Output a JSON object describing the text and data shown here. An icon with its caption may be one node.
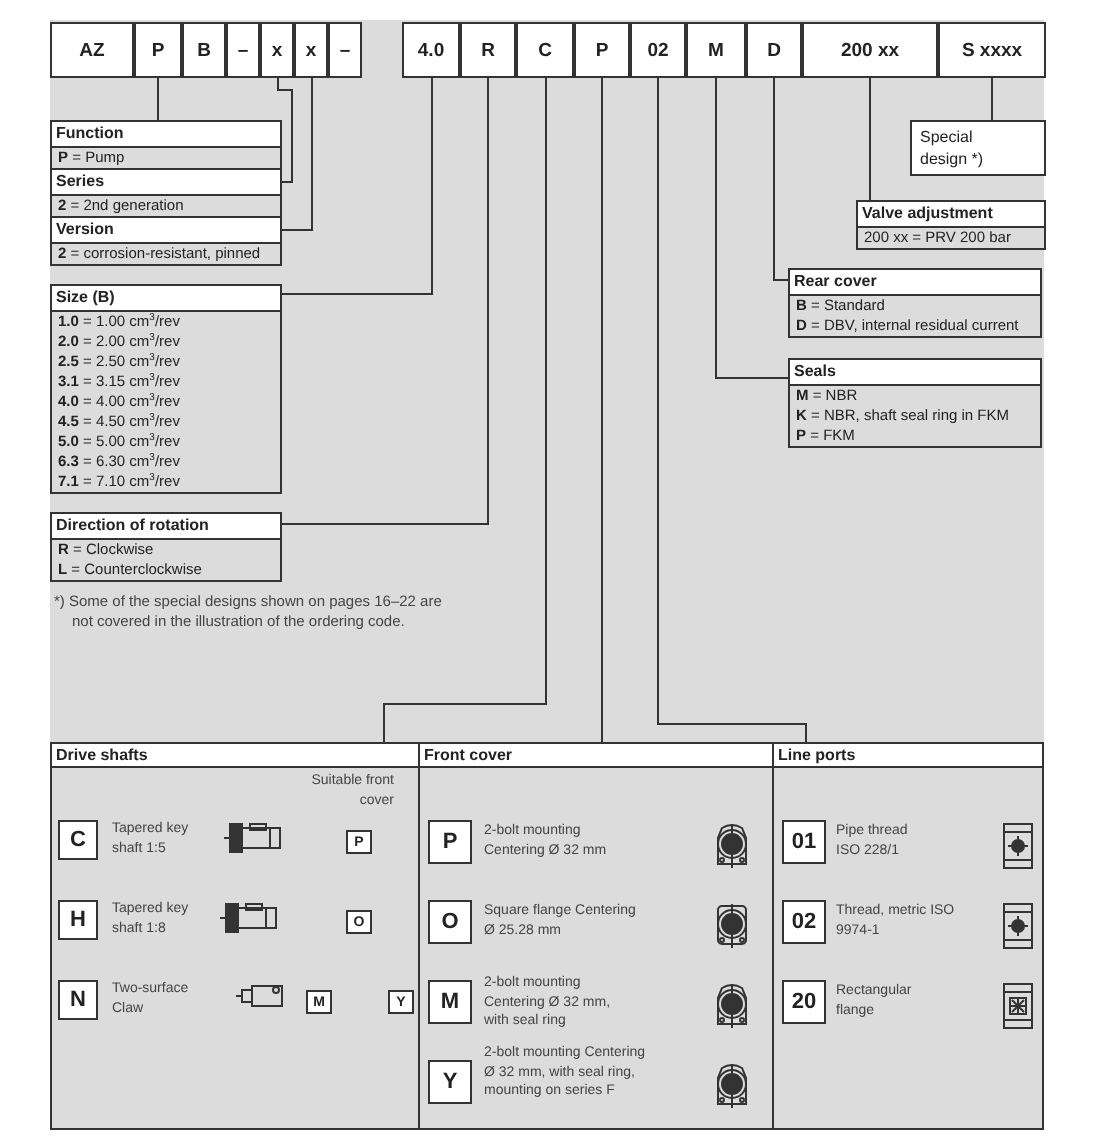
{
  "diagram": {
    "nodes": [
      {
        "text": [
          "AZ"
        ]
      },
      {
        "text": [
          "P"
        ]
      },
      {
        "text": [
          "B"
        ]
      },
      {
        "text": [
          "–"
        ]
      },
      {
        "text": [
          "x"
        ]
      },
      {
        "text": [
          "x"
        ]
      },
      {
        "text": [
          "–"
        ]
      },
      {
        "text": [
          "4.0"
        ]
      },
      {
        "text": [
          "R"
        ]
      },
      {
        "text": [
          "C"
        ]
      },
      {
        "text": [
          "P"
        ]
      },
      {
        "text": [
          "02"
        ]
      },
      {
        "text": [
          "M"
        ]
      },
      {
        "text": [
          "D"
        ]
      },
      {
        "text": [
          "200 xx"
        ]
      },
      {
        "text": [
          "S xxxx"
        ]
      },
      {
        "text": [
          "Function",
          "**P** = Pump"
        ]
      },
      {
        "text": [
          "Series",
          "**2** = 2nd generation"
        ]
      },
      {
        "text": [
          "Version",
          "**2** = corrosion-resistant, pinned"
        ]
      },
      {
        "text": [
          "Size (B)",
          "**1.0** = 1.00 cm$^{3}$/rev",
          "**2.0** = 2.00 cm$^{3}$/rev",
          "**2.5** = 2.50 cm$^{3}$/rev",
          "**3.1** = 3.15 cm$^{3}$/rev",
          "**4.0** = 4.00 cm$^{3}$/rev",
          "**4.5** = 4.50 cm$^{3}$/rev",
          "**5.0** = 5.00 cm$^{3}$/rev",
          "**6.3** = 6.30 cm$^{3}$/rev",
          "**7.1** = 7.10 cm$^{3}$/rev"
        ]
      },
      {
        "text": [
          "Direction of rotation",
          "**R** = Clockwise",
          "**L** = Counterclockwise"
        ]
      },
      {
        "text": [
          "Special design *)"
        ]
      },
      {
        "text": [
          "Valve adjustment",
          "200 xx = PRV 200 bar"
        ]
      },
      {
        "text": [
          "Rear cover",
          "**B** = Standard",
          "**D** = DBV, internal residual current"
        ]
      },
      {
        "text": [
          "Seals",
          "**M** = NBR",
          "**K** = NBR, shaft seal ring in FKM",
          "**P** = FKM"
        ]
      },
      {
        "text": [
          "Drive shafts",
          "Suitable front cover"
        ]
      },
      {
        "text": [
          "C"
        ],
        "in": 25,
        "beside": [
          "Tapered key shaft 1:5"
        ]
      },
      {
        "text": [
          "P"
        ],
        "in": 25
      },
      {
        "text": [
          "H"
        ],
        "in": 25,
        "beside": [
          "Tapered key shaft 1:8"
        ]
      },
      {
        "text": [
          "O"
        ],
        "in": 25
      },
      {
        "text": [
          "N"
        ],
        "in": 25,
        "beside": [
          "Two-surface Claw"
        ]
      },
      {
        "text": [
          "M"
        ],
        "in": 25
      },
      {
        "text": [
          "Y"
        ],
        "in": 25
      },
      {
        "text": [
          "Front cover"
        ]
      },
      {
        "text": [
          "P"
        ],
        "in": 33,
        "beside": [
          "2-bolt mounting Centering Ø 32 mm"
        ]
      },
      {
        "text": [
          "O"
        ],
        "in": 33,
        "beside": [
          "Square flange Centering Ø 25.28 mm"
        ]
      },
      {
        "text": [
          "M"
        ],
        "in": 33,
        "beside": [
          "2-bolt mounting Centering Ø 32 mm, with seal ring"
        ]
      },
      {
        "text": [
          "Y"
        ],
        "in": 33,
        "beside": [
          "2-bolt mounting Centering Ø 32 mm, with seal ring, mounting on series F"
        ]
      },
      {
        "text": [
          "Line ports"
        ]
      },
      {
        "text": [
          "01"
        ],
        "in": 38,
        "beside": [
          "Pipe thread ISO 228/1"
        ]
      },
      {
        "text": [
          "02"
        ],
        "in": 38,
        "beside": [
          "Thread, metric ISO 9974-1"
        ]
      },
      {
        "text": [
          "20"
        ],
        "in": 38,
        "beside": [
          "Rectangular flange"
        ]
      }
    ],
    "edges": [
      {
        "from": 1,
        "to": 16,
        "arrow": "none"
      },
      {
        "from": 4,
        "to": 17,
        "arrow": "none"
      },
      {
        "from": 5,
        "to": 18,
        "arrow": "none"
      },
      {
        "from": 7,
        "to": 19,
        "arrow": "none"
      },
      {
        "from": 8,
        "to": 20,
        "arrow": "none"
      },
      {
        "from": 9,
        "to": 25,
        "arrow": "none"
      },
      {
        "from": 10,
        "to": 33,
        "arrow": "none"
      },
      {
        "from": 11,
        "to": 38,
        "arrow": "none"
      },
      {
        "from": 12,
        "to": 24,
        "arrow": "none"
      },
      {
        "from": 13,
        "to": 23,
        "arrow": "none"
      },
      {
        "from": 14,
        "to": 22,
        "arrow": "none"
      },
      {
        "from": 15,
        "to": 21,
        "arrow": "none"
      }
    ],
    "labels": [
      "*) Some of the special designs shown on pages 16–22 are not covered in the illustration of the ordering code."
    ]
  }
}
